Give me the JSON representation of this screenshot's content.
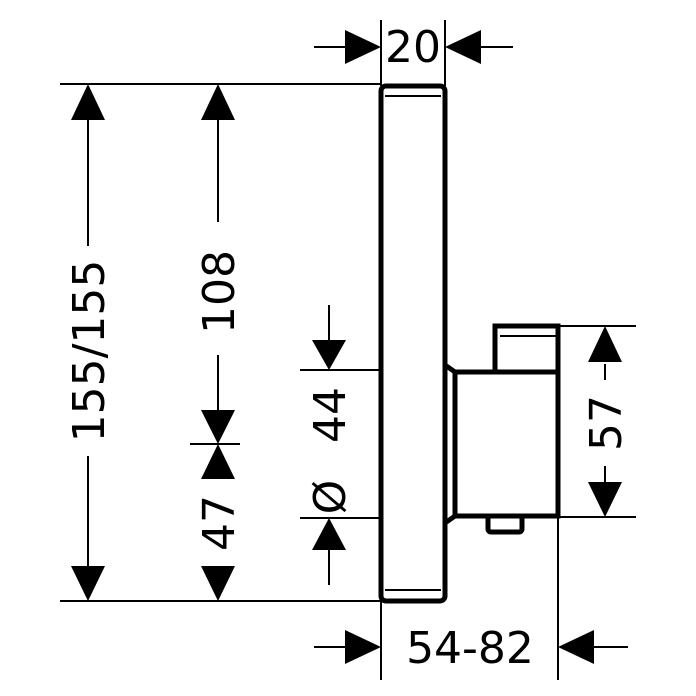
{
  "dimensions": {
    "width_top": "20",
    "total_height": "155/155",
    "upper_height": "108",
    "diameter_symbol": "Ø",
    "diameter_value": "44",
    "lower_height": "47",
    "module_height": "57",
    "depth_range": "54-82"
  },
  "colors": {
    "line": "#000000",
    "background": "#ffffff"
  }
}
